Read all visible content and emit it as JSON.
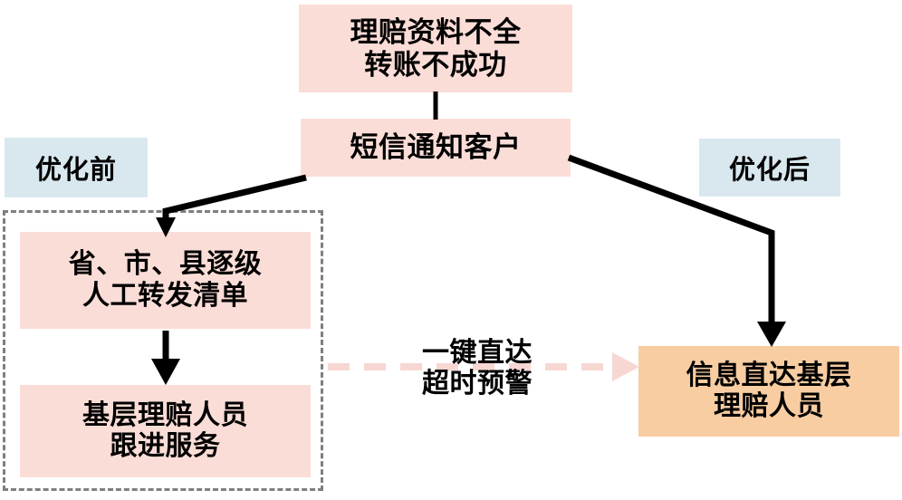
{
  "diagram": {
    "title_nodes": {
      "issue": {
        "lines": [
          "理赔资料不全",
          "转账不成功"
        ],
        "color": "#fbddd7"
      },
      "sms": {
        "lines": [
          "短信通知客户"
        ],
        "color": "#fbddd7"
      },
      "manual": {
        "lines": [
          "省、市、县逐级",
          "人工转发清单"
        ],
        "color": "#fbddd7"
      },
      "followup": {
        "lines": [
          "基层理赔人员",
          "跟进服务"
        ],
        "color": "#fbddd7"
      },
      "direct": {
        "lines": [
          "信息直达基层",
          "理赔人员"
        ],
        "color": "#f8cda2"
      }
    },
    "section_labels": {
      "before": "优化前",
      "after": "优化后",
      "color": "#d9e8ef"
    },
    "benefit_caption": {
      "lines": [
        "一键直达",
        "超时预警"
      ],
      "arrow_color": "#f7d7d2"
    },
    "connectors": {
      "issue_to_sms": "vertical-line",
      "sms_to_manual": "elbow-arrow-left",
      "sms_to_direct": "elbow-arrow-right",
      "manual_to_followup": "vertical-arrow-down",
      "before_to_after": "dashed-arrow-right"
    },
    "container": {
      "before_group_border": "#7f7f7f"
    }
  }
}
